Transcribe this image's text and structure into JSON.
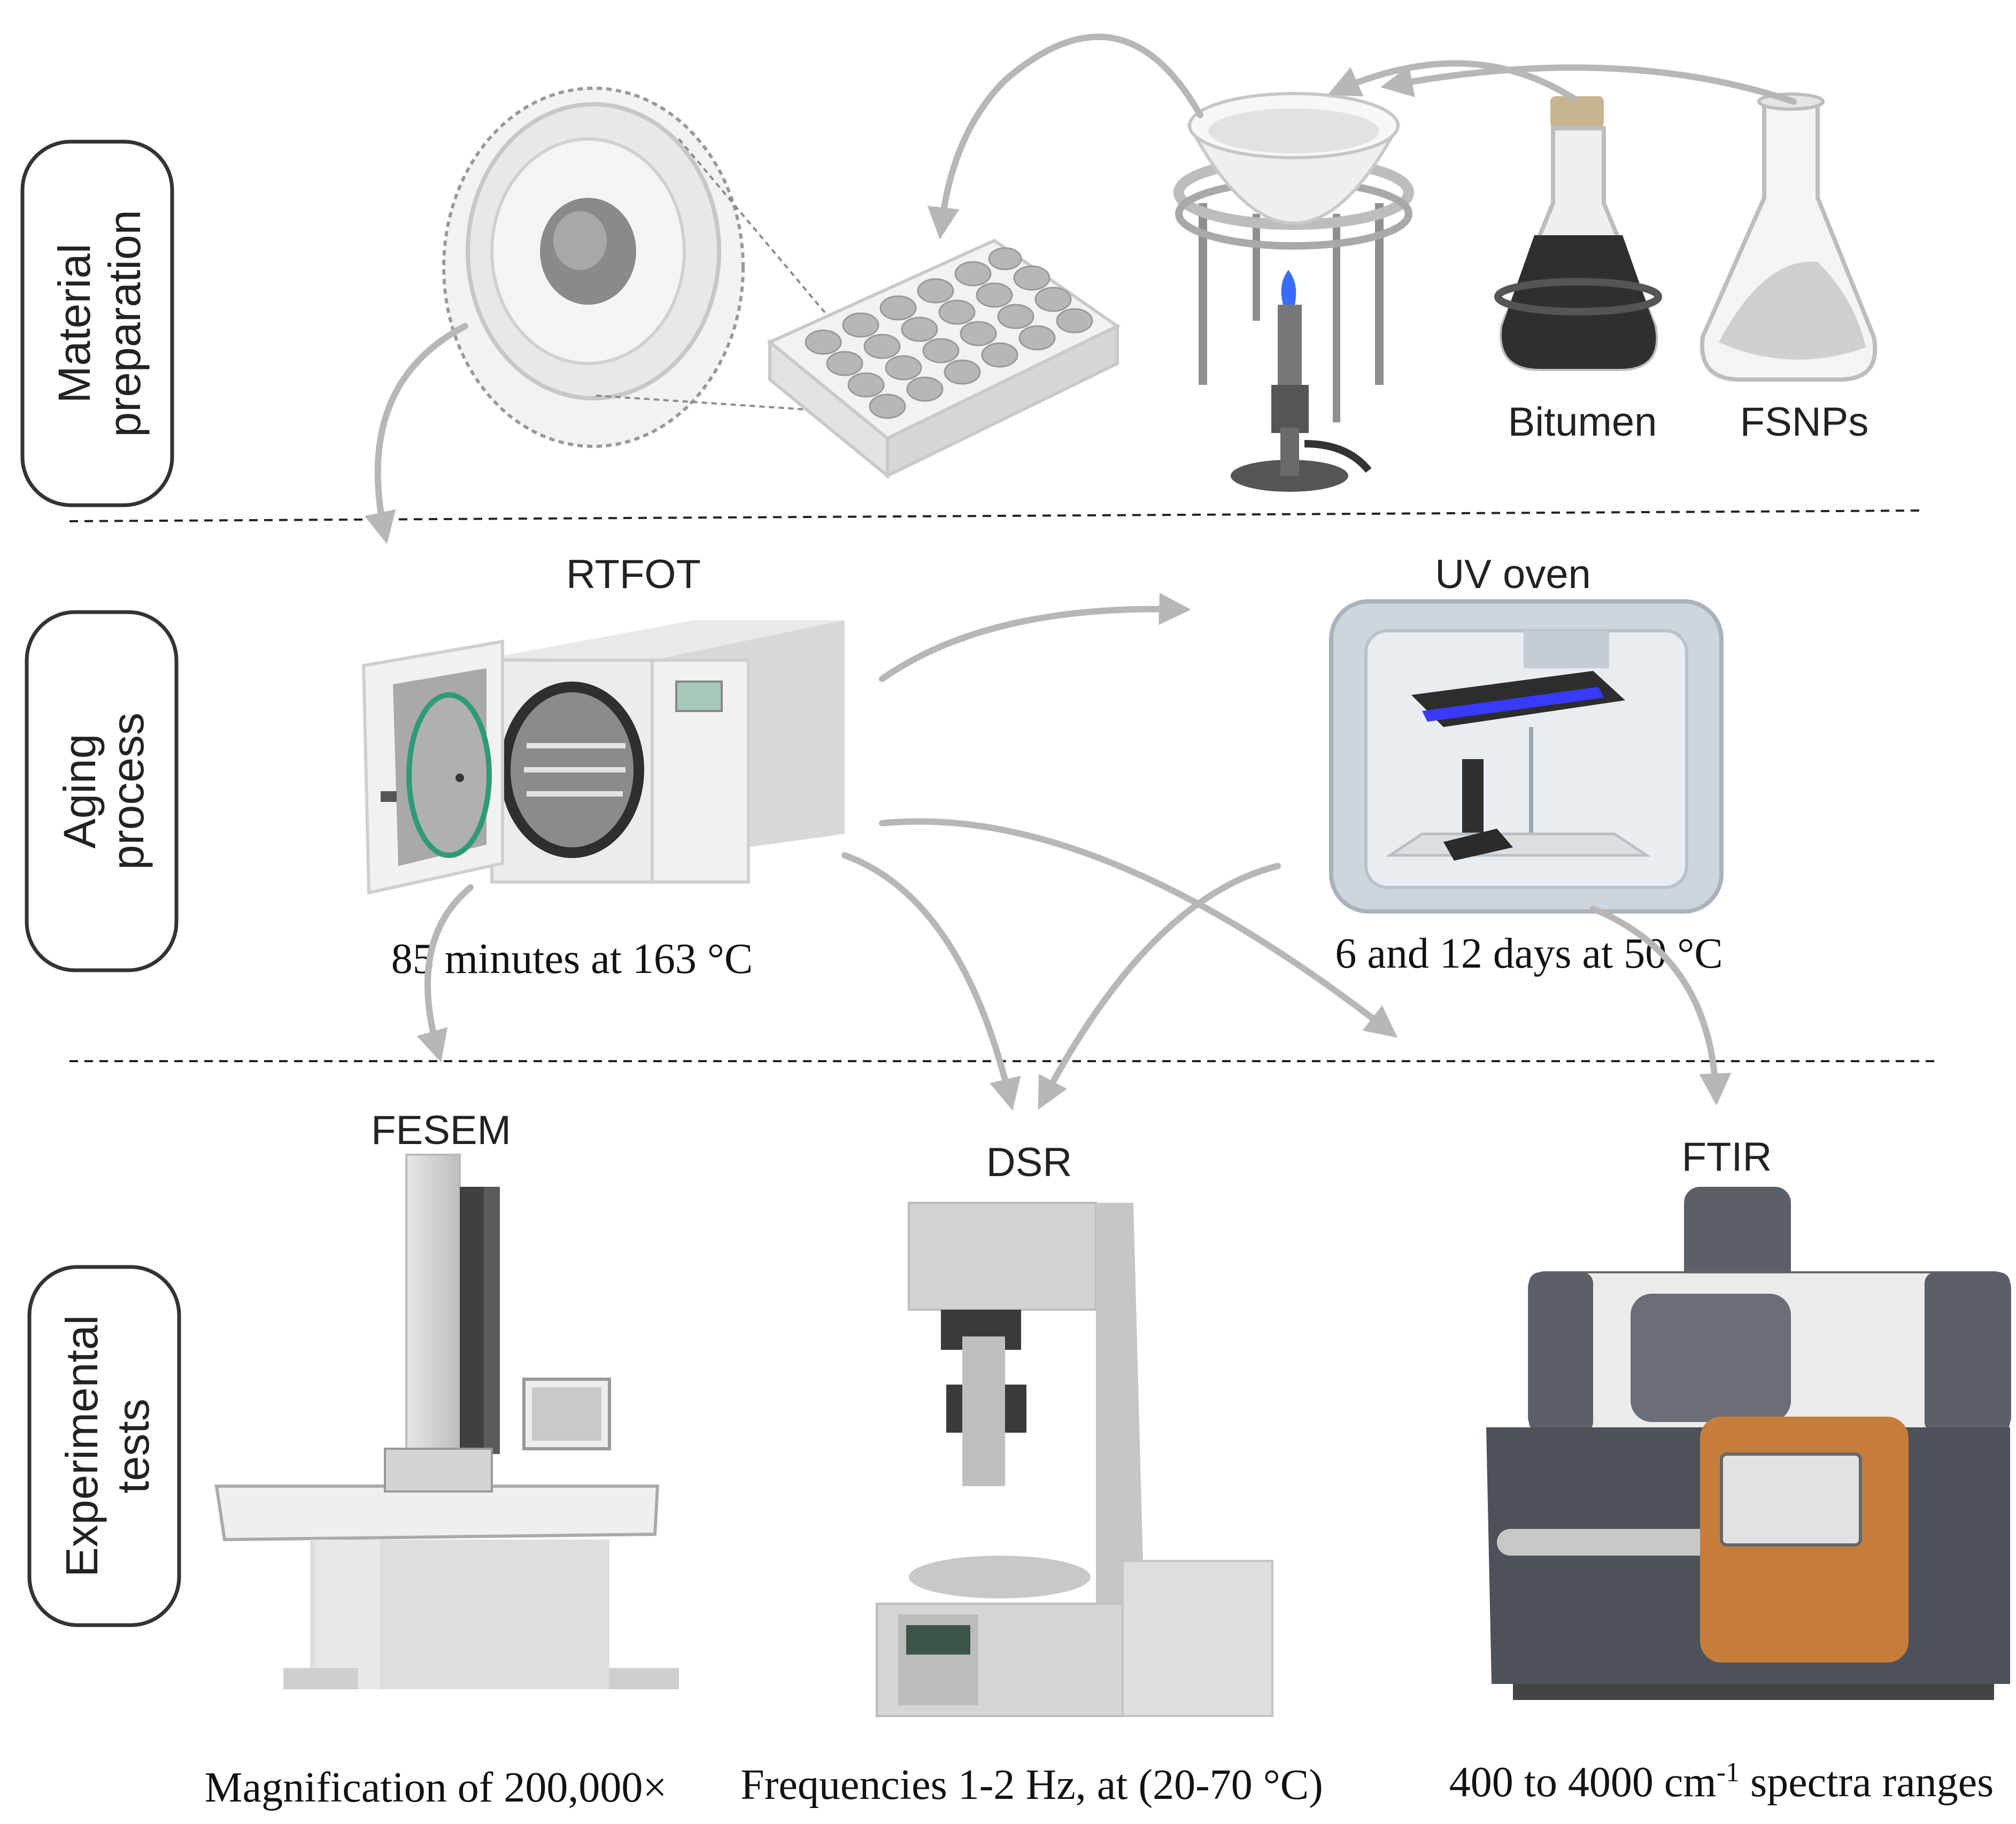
{
  "stages": {
    "material": {
      "line1": "Material",
      "line2": "preparation"
    },
    "aging": {
      "line1": "Aging",
      "line2": "process"
    },
    "experimental": {
      "line1": "Experimental",
      "line2": "tests"
    }
  },
  "materials": {
    "bitumen": "Bitumen",
    "fsnps": "FSNPs"
  },
  "aging": {
    "rtfot": {
      "name": "RTFOT",
      "condition": "85 minutes at 163 °C"
    },
    "uv_oven": {
      "name": "UV oven",
      "condition": "6 and 12 days at 50 °C"
    }
  },
  "tests": {
    "fesem": {
      "name": "FESEM",
      "condition": "Magnification of 200,000×"
    },
    "dsr": {
      "name": "DSR",
      "condition": "Frequencies 1-2 Hz, at (20-70 °C)"
    },
    "ftir": {
      "name": "FTIR",
      "condition_pre": "400 to 4000 cm",
      "condition_sup": "-1",
      "condition_post": " spectra ranges"
    }
  },
  "colors": {
    "arrow": "#b8b6b6",
    "stage_border": "#333333",
    "uv_light": "#3a3aff",
    "ftir_accent": "#c77d3a",
    "rtfot_seal": "#2f9a7a"
  }
}
